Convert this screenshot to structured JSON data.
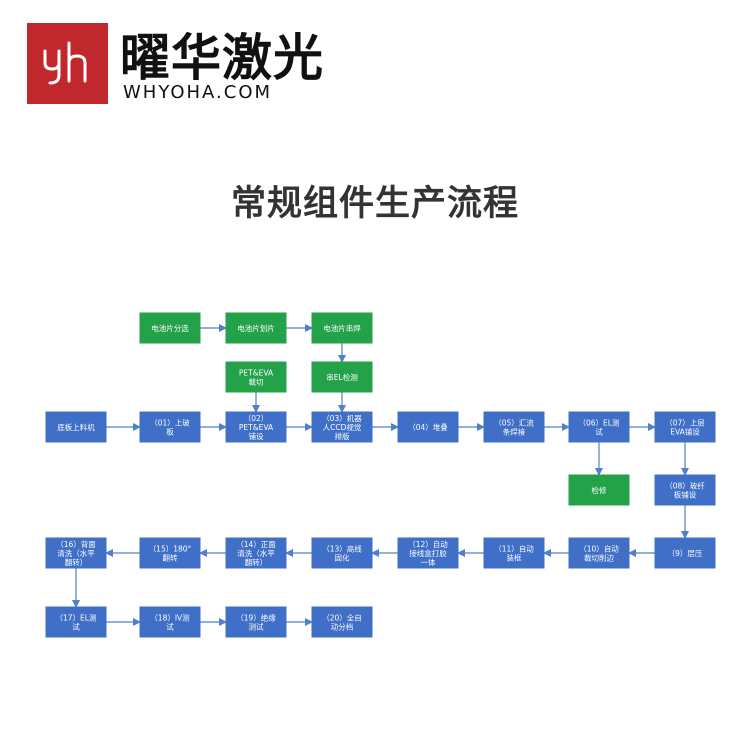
{
  "brand": {
    "logo_icon": "yh-monogram-logo",
    "name": "曜华激光",
    "url": "WHYOHA.COM",
    "color": "#c0282d"
  },
  "title": "常规组件生产流程",
  "colors": {
    "step": "#3f6fc7",
    "inspection": "#23a24a",
    "edge": "#4f80c8"
  },
  "flow": {
    "nodes": [
      {
        "id": "g1",
        "kind": "inspection",
        "lines": [
          "电池片分选"
        ]
      },
      {
        "id": "g2",
        "kind": "inspection",
        "lines": [
          "电池片划片"
        ]
      },
      {
        "id": "g3",
        "kind": "inspection",
        "lines": [
          "电池片串焊"
        ]
      },
      {
        "id": "g4",
        "kind": "inspection",
        "lines": [
          "PET&EVA",
          "裁切"
        ]
      },
      {
        "id": "g5",
        "kind": "inspection",
        "lines": [
          "串EL检测"
        ]
      },
      {
        "id": "s0",
        "kind": "step",
        "lines": [
          "底板上料机"
        ]
      },
      {
        "id": "s1",
        "kind": "step",
        "lines": [
          "（01）上玻",
          "板"
        ]
      },
      {
        "id": "s2",
        "kind": "step",
        "lines": [
          "（02）",
          "PET&EVA",
          "铺设"
        ]
      },
      {
        "id": "s3",
        "kind": "step",
        "lines": [
          "（03）机器",
          "人CCD视觉",
          "排版"
        ]
      },
      {
        "id": "s4",
        "kind": "step",
        "lines": [
          "（04）堆叠"
        ]
      },
      {
        "id": "s5",
        "kind": "step",
        "lines": [
          "（05）汇流",
          "条焊接"
        ]
      },
      {
        "id": "s6",
        "kind": "step",
        "lines": [
          "（06）EL测",
          "试"
        ]
      },
      {
        "id": "s7",
        "kind": "step",
        "lines": [
          "（07）上层",
          "EVA铺设"
        ]
      },
      {
        "id": "g6",
        "kind": "inspection",
        "lines": [
          "检修"
        ]
      },
      {
        "id": "s8",
        "kind": "step",
        "lines": [
          "（08）玻纤",
          "板铺设"
        ]
      },
      {
        "id": "s9",
        "kind": "step",
        "lines": [
          "（9）层压"
        ]
      },
      {
        "id": "s10",
        "kind": "step",
        "lines": [
          "（10）自动",
          "裁切削边"
        ]
      },
      {
        "id": "s11",
        "kind": "step",
        "lines": [
          "（11）自动",
          "装框"
        ]
      },
      {
        "id": "s12",
        "kind": "step",
        "lines": [
          "（12）自动",
          "接线盒打胶",
          "一体"
        ]
      },
      {
        "id": "s13",
        "kind": "step",
        "lines": [
          "（13）高线",
          "固化"
        ]
      },
      {
        "id": "s14",
        "kind": "step",
        "lines": [
          "（14）正面",
          "清洗（水平",
          "翻转）"
        ]
      },
      {
        "id": "s15",
        "kind": "step",
        "lines": [
          "（15）180°",
          "翻转"
        ]
      },
      {
        "id": "s16",
        "kind": "step",
        "lines": [
          "（16）背面",
          "清洗（水平",
          "翻转）"
        ]
      },
      {
        "id": "s17",
        "kind": "step",
        "lines": [
          "（17）EL测",
          "试"
        ]
      },
      {
        "id": "s18",
        "kind": "step",
        "lines": [
          "（18）IV测",
          "试"
        ]
      },
      {
        "id": "s19",
        "kind": "step",
        "lines": [
          "（19）绝缘",
          "测试"
        ]
      },
      {
        "id": "s20",
        "kind": "step",
        "lines": [
          "（20）全自",
          "动分档"
        ]
      }
    ],
    "edges": [
      [
        "g1",
        "g2"
      ],
      [
        "g2",
        "g3"
      ],
      [
        "g3",
        "g5"
      ],
      [
        "g5",
        "s3"
      ],
      [
        "g4",
        "s2"
      ],
      [
        "s0",
        "s1"
      ],
      [
        "s1",
        "s2"
      ],
      [
        "s2",
        "s3"
      ],
      [
        "s3",
        "s4"
      ],
      [
        "s4",
        "s5"
      ],
      [
        "s5",
        "s6"
      ],
      [
        "s6",
        "s7"
      ],
      [
        "s6",
        "g6"
      ],
      [
        "s7",
        "s8"
      ],
      [
        "s8",
        "s9"
      ],
      [
        "s9",
        "s10"
      ],
      [
        "s10",
        "s11"
      ],
      [
        "s11",
        "s12"
      ],
      [
        "s12",
        "s13"
      ],
      [
        "s13",
        "s14"
      ],
      [
        "s14",
        "s15"
      ],
      [
        "s15",
        "s16"
      ],
      [
        "s16",
        "s17"
      ],
      [
        "s17",
        "s18"
      ],
      [
        "s18",
        "s19"
      ],
      [
        "s19",
        "s20"
      ]
    ]
  }
}
